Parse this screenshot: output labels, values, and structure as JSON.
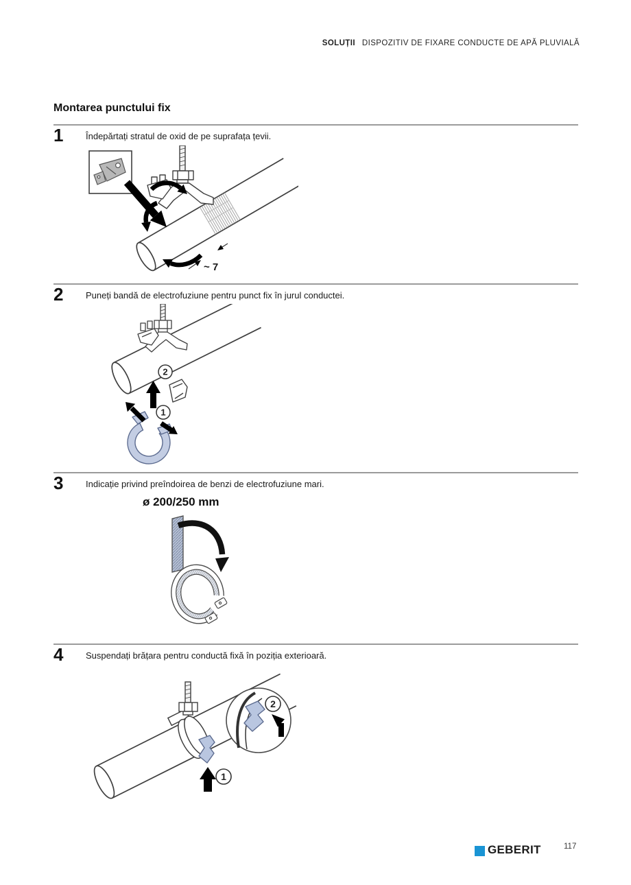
{
  "header": {
    "section": "SOLUȚII",
    "title": "DISPOZITIV DE FIXARE CONDUCTE DE APĂ PLUVIALĂ"
  },
  "heading": "Montarea punctului fix",
  "steps": [
    {
      "number": "1",
      "text": "Îndepărtați stratul de oxid de pe suprafața țevii.",
      "annotation": "~ 7"
    },
    {
      "number": "2",
      "text": "Puneți bandă de electrofuziune pentru punct fix în jurul conductei.",
      "marker_1": "1",
      "marker_2": "2"
    },
    {
      "number": "3",
      "text": "Indicație privind preîndoirea de benzi de electrofuziune mari.",
      "diameter_label": "ø 200/250 mm"
    },
    {
      "number": "4",
      "text": "Suspendați brățara pentru conductă fixă în poziția exterioară.",
      "marker_1": "1",
      "marker_2": "2"
    }
  ],
  "footer": {
    "brand": "GEBERIT",
    "page_number": "117"
  },
  "colors": {
    "geberit_blue": "#1a94d4",
    "band_blue": "#c3cde3",
    "rule_gray": "#9b9b9b",
    "line": "#3f3f3f"
  }
}
